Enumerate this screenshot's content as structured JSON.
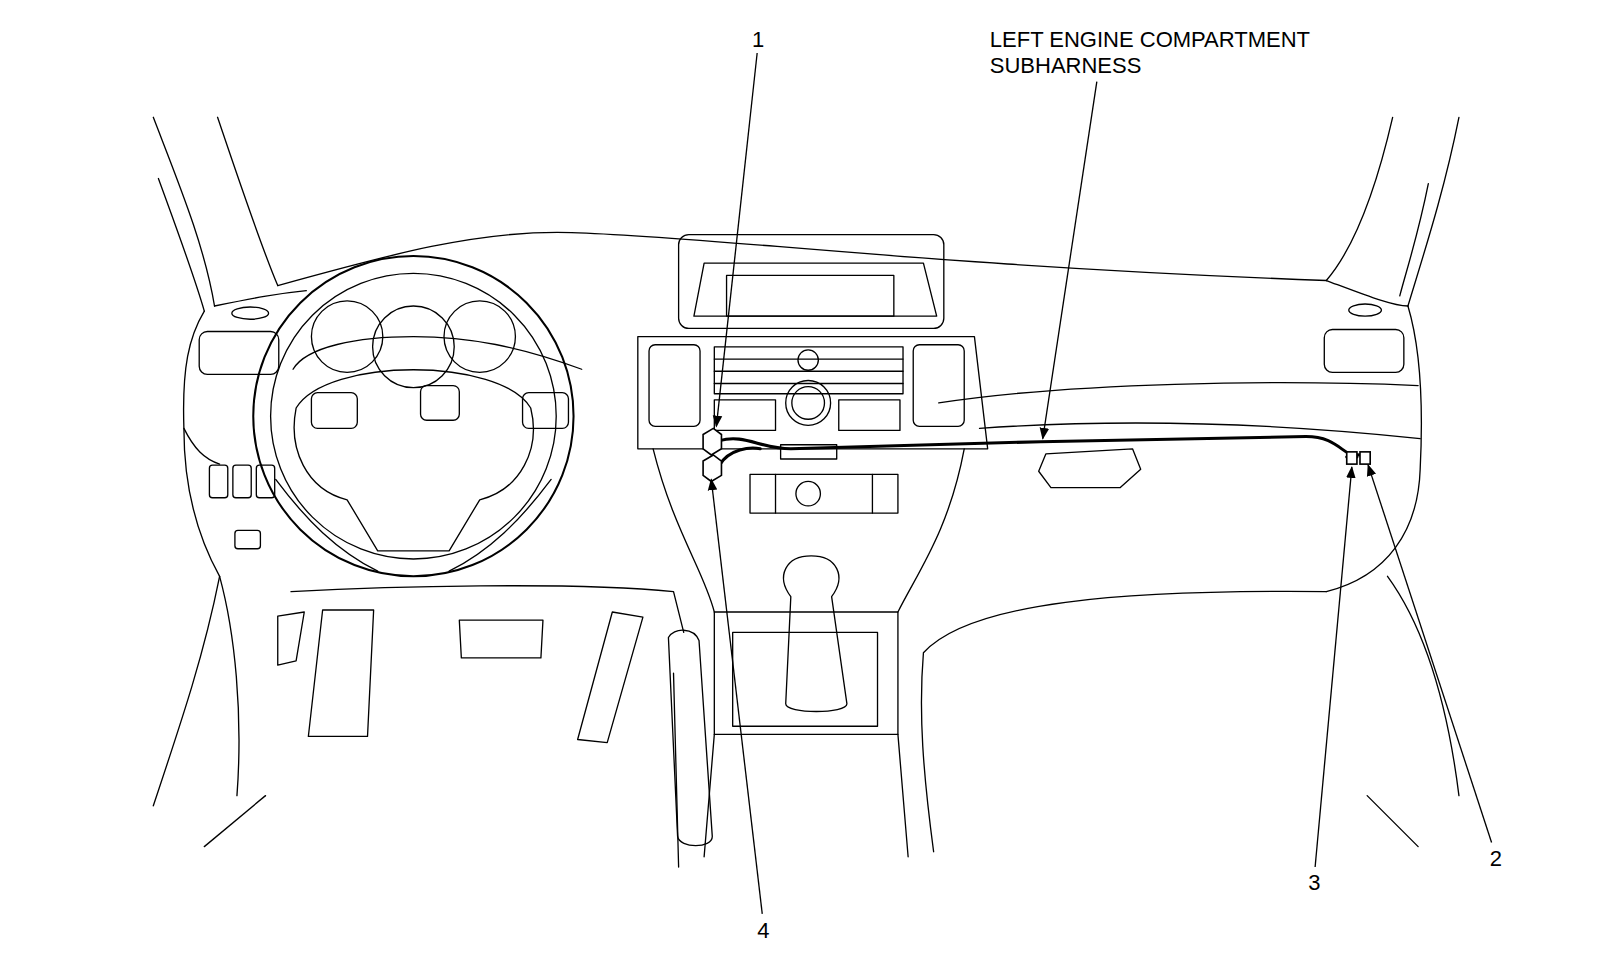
{
  "diagram": {
    "labels": [
      "1",
      "LEFT ENGINE COMPARTMENT SUBHARNESS",
      "2",
      "3",
      "4"
    ]
  }
}
